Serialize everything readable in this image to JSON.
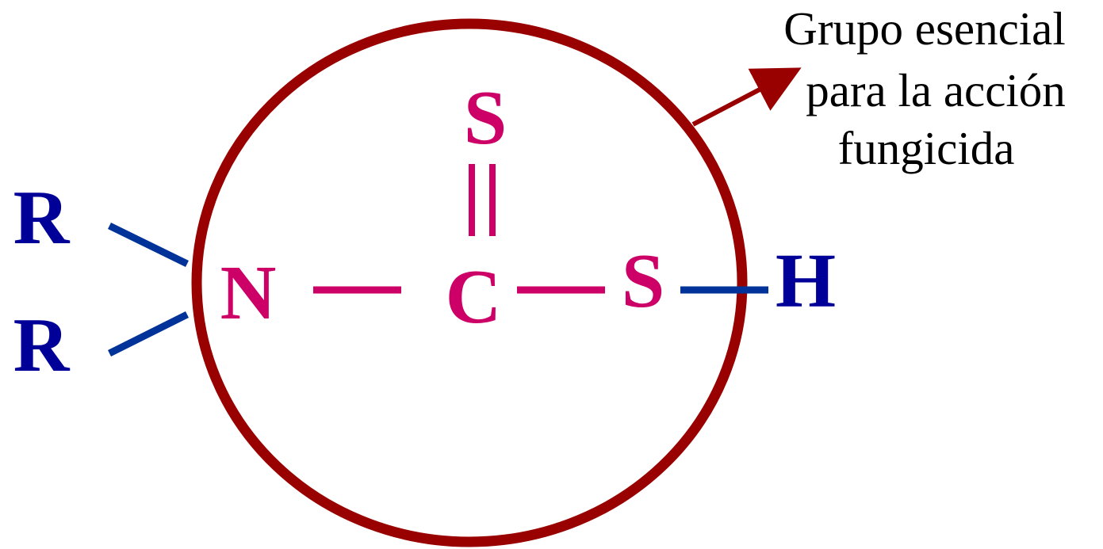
{
  "colors": {
    "ring": "#990000",
    "core_atom": "#cc0066",
    "substituent": "#000099",
    "side_bond": "#003399",
    "background": "#ffffff"
  },
  "atoms": {
    "r_top": "R",
    "r_bottom": "R",
    "nitrogen": "N",
    "carbon": "C",
    "sulfur_top": "S",
    "sulfur_right": "S",
    "hydrogen": "H"
  },
  "annotation": {
    "line1": "Grupo esencial",
    "line2": "para la acción",
    "line3": "fungicida"
  }
}
